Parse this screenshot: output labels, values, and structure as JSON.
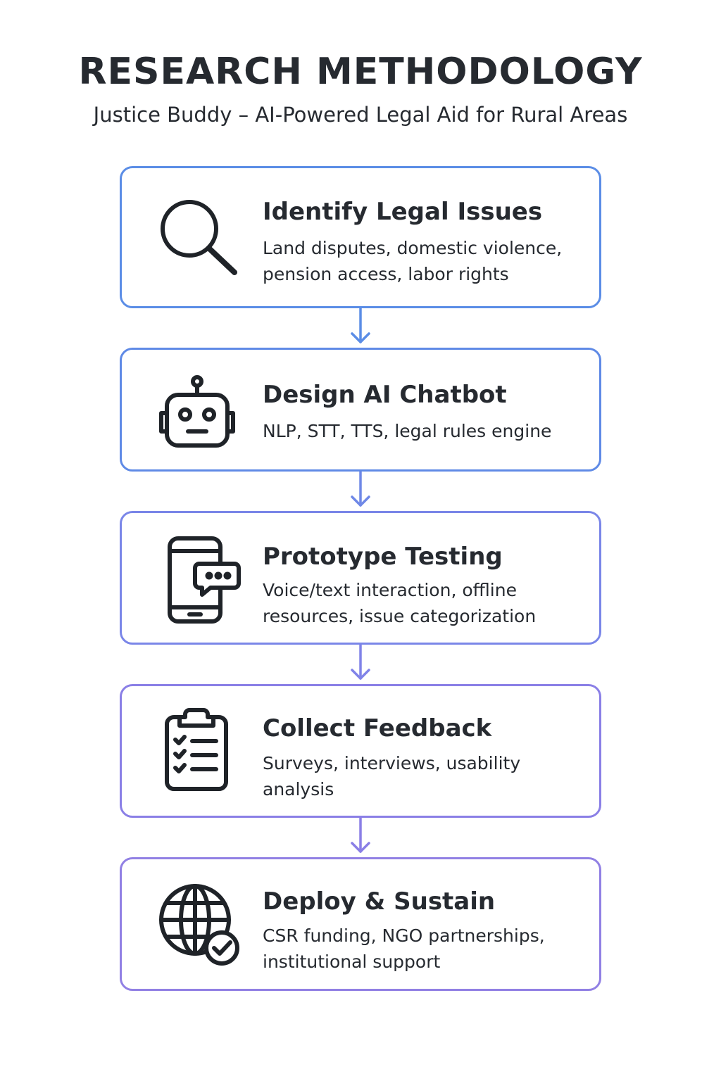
{
  "header": {
    "title": "RESEARCH METHODOLOGY",
    "subtitle": "Justice Buddy – AI-Powered Legal Aid for Rural Areas"
  },
  "steps": [
    {
      "icon": "search-icon",
      "heading": "Identify Legal Issues",
      "description": "Land disputes, domestic violence, pension access, labor rights",
      "border_color": "#5b8de6"
    },
    {
      "icon": "robot-icon",
      "heading": "Design AI Chatbot",
      "description": "NLP, STT, TTS, legal rules engine",
      "border_color": "#5f8ae6"
    },
    {
      "icon": "phone-chat-icon",
      "heading": "Prototype Testing",
      "description": "Voice/text interaction, offline resources, issue categorization",
      "border_color": "#7a86e8"
    },
    {
      "icon": "clipboard-checklist-icon",
      "heading": "Collect Feedback",
      "description": "Surveys, interviews, usability analysis",
      "border_color": "#8a7fe6"
    },
    {
      "icon": "globe-check-icon",
      "heading": "Deploy & Sustain",
      "description": "CSR funding, NGO partnerships, institutional support",
      "border_color": "#9180e4"
    }
  ],
  "arrow_colors": [
    "#5b8de6",
    "#6f88e7",
    "#8083e8",
    "#8a7fe6"
  ],
  "icon_color": "#1f2328"
}
